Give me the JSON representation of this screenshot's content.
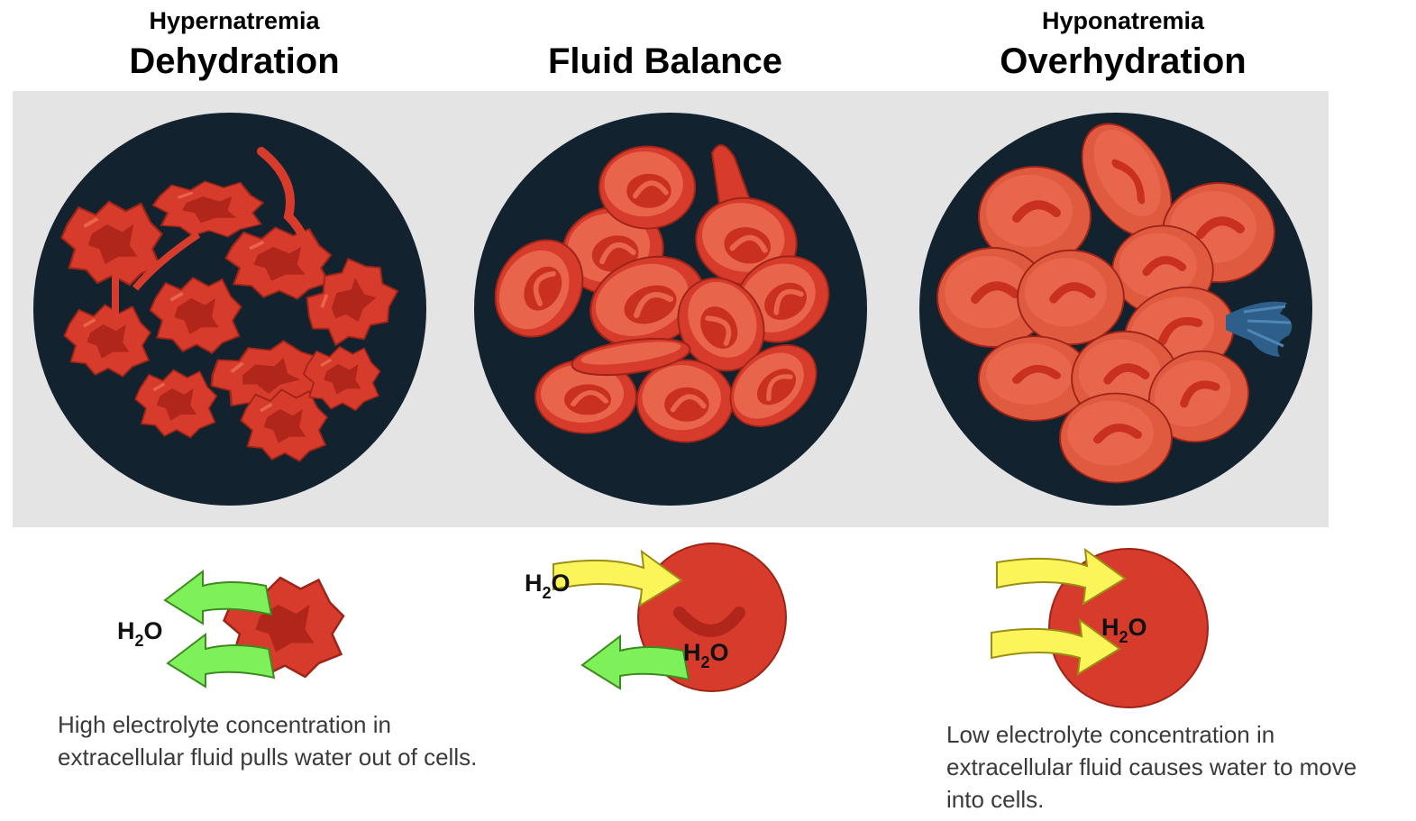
{
  "columns": [
    {
      "subtitle": "Hypernatremia",
      "title": "Dehydration"
    },
    {
      "subtitle": "",
      "title": "Fluid Balance"
    },
    {
      "subtitle": "Hyponatremia",
      "title": "Overhydration"
    }
  ],
  "labels": {
    "water": "H",
    "water_sub": "2",
    "water_end": "O"
  },
  "descriptions": {
    "dehydration": "High electrolyte concentration in extracellular fluid pulls water out of cells.",
    "overhydration": "Low electrolyte concentration in extracellular fluid causes water to move into cells."
  },
  "colors": {
    "panel": "#e4e4e4",
    "circle_bg": "#12232f",
    "cell_red": "#d63b2b",
    "cell_light": "#e8644a",
    "cell_dark": "#b0261b",
    "green_arrow": "#7df05a",
    "yellow_arrow": "#fbf55a",
    "leak_blue": "#2e5f8a"
  }
}
